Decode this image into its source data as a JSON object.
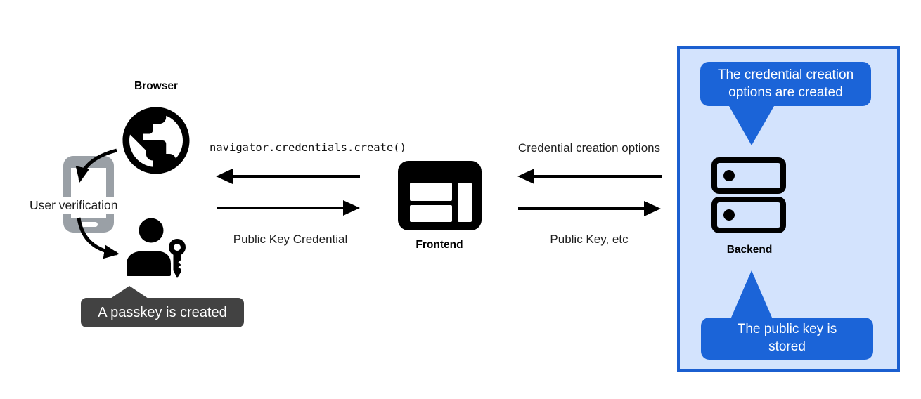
{
  "labels": {
    "browser": "Browser",
    "user_verification": "User verification",
    "frontend": "Frontend",
    "backend": "Backend"
  },
  "messages": {
    "create_call": "navigator.credentials.create()",
    "public_key_credential": "Public Key Credential",
    "credential_creation_options": "Credential creation options",
    "public_key_etc": "Public Key, etc"
  },
  "tooltips": {
    "passkey_created": "A passkey is created",
    "options_created": "The credential creation\noptions are created",
    "public_key_stored": "The public key is\nstored"
  },
  "icons": {
    "globe": "globe-icon",
    "smartphone": "smartphone-icon",
    "person_key": "person-key-icon",
    "frontend_window": "browser-window-icon",
    "backend_server": "server-stack-icon"
  },
  "colors": {
    "accent_blue": "#1b64d8",
    "panel_bg": "#d3e3fd",
    "panel_border": "#1b5fd0",
    "dark_tooltip_bg": "#424242",
    "phone_gray": "#9aa0a6",
    "icon_black": "#000000",
    "text_white": "#ffffff"
  }
}
